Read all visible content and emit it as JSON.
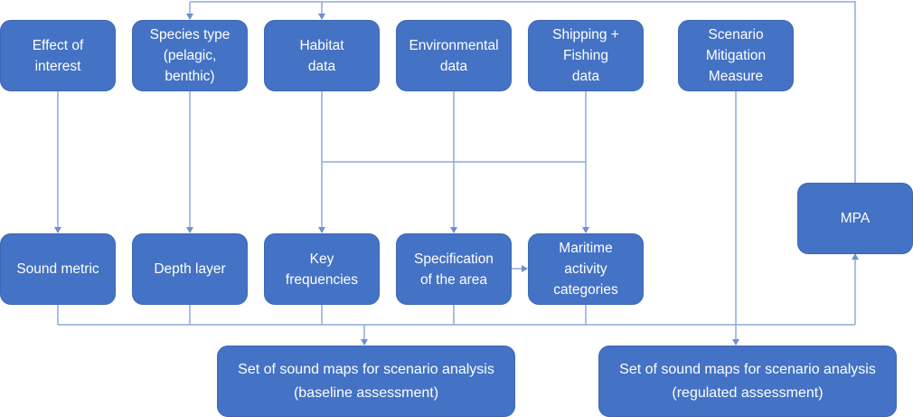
{
  "diagram": {
    "colors": {
      "node_fill": "#4472c4",
      "node_text": "#ffffff",
      "connector": "#8eaadb",
      "background": "#ffffff"
    },
    "nodes": {
      "effect_of_interest": "Effect of\ninterest",
      "species_type": "Species type\n(pelagic,\nbenthic)",
      "habitat_data": "Habitat\ndata",
      "environmental_data": "Environmental\ndata",
      "shipping_fishing_data": "Shipping +\nFishing\ndata",
      "scenario_mitigation_measure": "Scenario\nMitigation\nMeasure",
      "sound_metric": "Sound metric",
      "depth_layer": "Depth layer",
      "key_frequencies": "Key\nfrequencies",
      "specification_of_area": "Specification\nof the area",
      "maritime_activity_categories": "Maritime\nactivity\ncategories",
      "mpa": "MPA",
      "baseline_sound_maps": "Set of sound maps for scenario analysis\n(baseline assessment)",
      "regulated_sound_maps": "Set of sound maps for scenario analysis\n(regulated assessment)"
    },
    "edges": [
      {
        "from": "effect_of_interest",
        "to": "sound_metric"
      },
      {
        "from": "species_type",
        "to": "depth_layer"
      },
      {
        "from": "habitat_data",
        "to": "key_frequencies"
      },
      {
        "from": "habitat_data",
        "to": "specification_of_area"
      },
      {
        "from": "habitat_data",
        "to": "maritime_activity_categories"
      },
      {
        "from": "environmental_data",
        "to": "key_frequencies"
      },
      {
        "from": "environmental_data",
        "to": "specification_of_area"
      },
      {
        "from": "environmental_data",
        "to": "maritime_activity_categories"
      },
      {
        "from": "shipping_fishing_data",
        "to": "key_frequencies"
      },
      {
        "from": "shipping_fishing_data",
        "to": "specification_of_area"
      },
      {
        "from": "shipping_fishing_data",
        "to": "maritime_activity_categories"
      },
      {
        "from": "specification_of_area",
        "to": "maritime_activity_categories"
      },
      {
        "from": "mpa",
        "to": "species_type"
      },
      {
        "from": "mpa",
        "to": "habitat_data"
      },
      {
        "from": "sound_metric",
        "to": "baseline_sound_maps"
      },
      {
        "from": "depth_layer",
        "to": "baseline_sound_maps"
      },
      {
        "from": "key_frequencies",
        "to": "baseline_sound_maps"
      },
      {
        "from": "specification_of_area",
        "to": "baseline_sound_maps"
      },
      {
        "from": "maritime_activity_categories",
        "to": "baseline_sound_maps"
      },
      {
        "from": "sound_metric",
        "to": "mpa"
      },
      {
        "from": "depth_layer",
        "to": "mpa"
      },
      {
        "from": "key_frequencies",
        "to": "mpa"
      },
      {
        "from": "specification_of_area",
        "to": "mpa"
      },
      {
        "from": "maritime_activity_categories",
        "to": "mpa"
      },
      {
        "from": "scenario_mitigation_measure",
        "to": "regulated_sound_maps"
      }
    ]
  }
}
